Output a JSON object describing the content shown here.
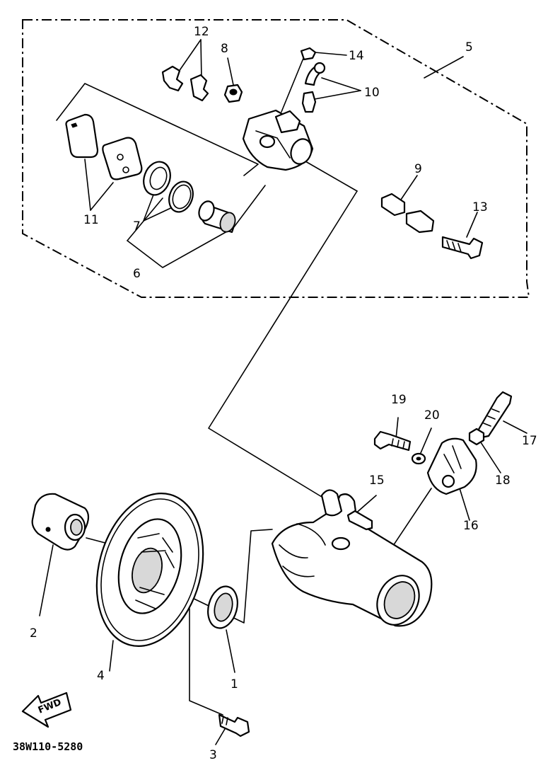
{
  "diagram": {
    "part_code": "38W110-5280",
    "direction_label": "FWD",
    "callouts": {
      "c1": "1",
      "c2": "2",
      "c3": "3",
      "c4": "4",
      "c5": "5",
      "c6": "6",
      "c7": "7",
      "c8": "8",
      "c9": "9",
      "c10": "10",
      "c11": "11",
      "c12": "12",
      "c13": "13",
      "c14": "14",
      "c15": "15",
      "c16": "16",
      "c17": "17",
      "c18": "18",
      "c19": "19",
      "c20": "20"
    }
  }
}
